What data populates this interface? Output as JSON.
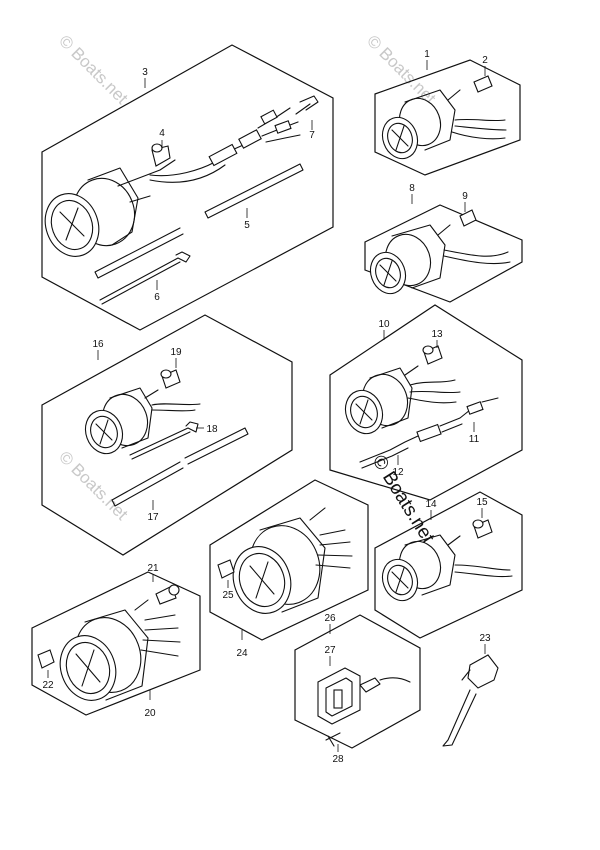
{
  "watermark": {
    "text": "© Boats.net",
    "color_faint": "#c8c8c8",
    "color_dark": "#111111"
  },
  "part_numbers": {
    "p1": "1",
    "p2": "2",
    "p3": "3",
    "p4": "4",
    "p5": "5",
    "p6": "6",
    "p7": "7",
    "p8": "8",
    "p9": "9",
    "p10": "10",
    "p11": "11",
    "p12": "12",
    "p13": "13",
    "p14": "14",
    "p15": "15",
    "p16": "16",
    "p17": "17",
    "p18": "18",
    "p19": "19",
    "p20": "20",
    "p21": "21",
    "p22": "22",
    "p23": "23",
    "p24": "24",
    "p25": "25",
    "p26": "26",
    "p27": "27",
    "p28": "28"
  }
}
